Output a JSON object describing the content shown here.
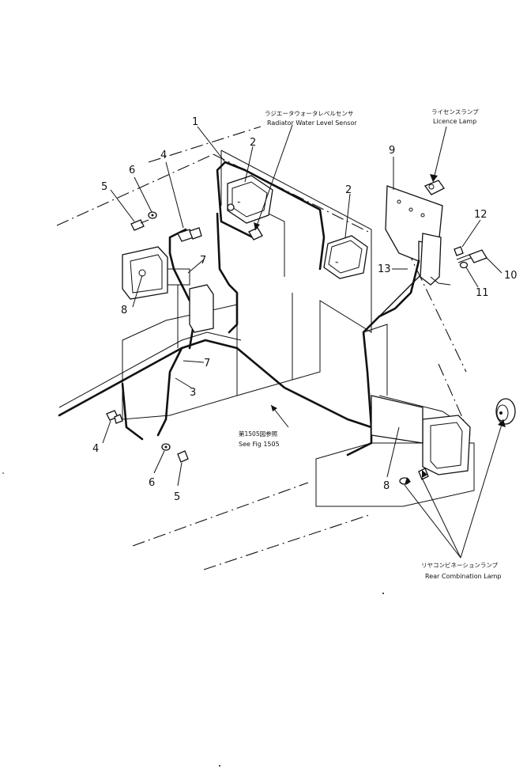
{
  "callouts": {
    "c1": "1",
    "c2a": "2",
    "c2b": "2",
    "c3": "3",
    "c4a": "4",
    "c4b": "4",
    "c5a": "5",
    "c5b": "5",
    "c6a": "6",
    "c6b": "6",
    "c7a": "7",
    "c7b": "7",
    "c8a": "8",
    "c8b": "8",
    "c9": "9",
    "c10": "10",
    "c11": "11",
    "c12": "12",
    "c13": "13"
  },
  "labels": {
    "radiator_jp": "ラジエータウォータレベルセンサ",
    "radiator_en": "Radiator Water Level Sensor",
    "licence_jp": "ライセンスランプ",
    "licence_en": "Licence Lamp",
    "seefig_jp": "第1505図参照",
    "seefig_en": "See Fig 1505",
    "rearcomb_jp": "リヤコンビネーションランプ",
    "rearcomb_en": "Rear Combination Lamp"
  }
}
